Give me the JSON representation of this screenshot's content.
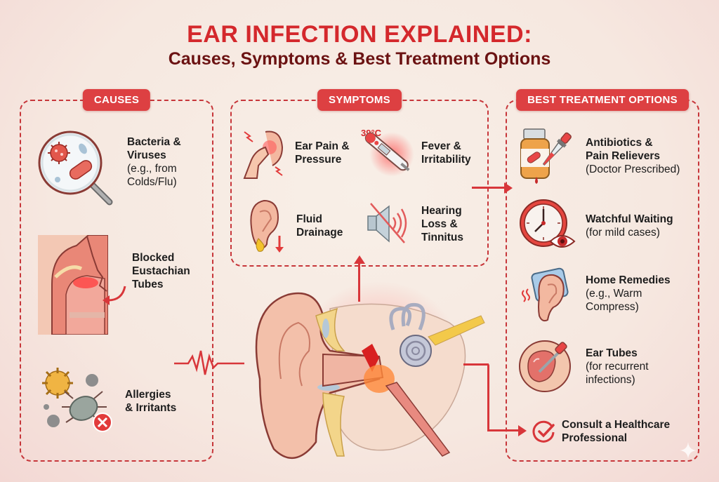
{
  "header": {
    "title": "EAR INFECTION EXPLAINED:",
    "subtitle": "Causes, Symptoms & Best Treatment Options"
  },
  "colors": {
    "accent": "#d4282c",
    "subtitle": "#6b1212",
    "badge_bg": "#dd4042",
    "dashed_border": "#c7363a",
    "background": "#f8efe7"
  },
  "causes": {
    "badge": "CAUSES",
    "items": [
      {
        "icon": "magnifier-bacteria-icon",
        "title": "Bacteria & Viruses",
        "detail_1": "(e.g., from",
        "detail_2": "Colds/Flu)"
      },
      {
        "icon": "nasal-cavity-icon",
        "title_1": "Blocked",
        "title_2": "Eustachian",
        "title_3": "Tubes"
      },
      {
        "icon": "dust-mite-allergen-icon",
        "title_1": "Allergies",
        "title_2": "& Irritants"
      }
    ]
  },
  "symptoms": {
    "badge": "SYMPTOMS",
    "items": [
      {
        "icon": "ear-pain-hand-icon",
        "title_1": "Ear Pain &",
        "title_2": "Pressure"
      },
      {
        "icon": "thermometer-icon",
        "temp_label": "39°C",
        "title_1": "Fever &",
        "title_2": "Irritability"
      },
      {
        "icon": "ear-fluid-drop-icon",
        "title_1": "Fluid",
        "title_2": "Drainage"
      },
      {
        "icon": "muted-speaker-icon",
        "title_1": "Hearing",
        "title_2": "Loss &",
        "title_3": "Tinnitus"
      }
    ]
  },
  "treatment": {
    "badge": "BEST TREATMENT OPTIONS",
    "items": [
      {
        "icon": "medicine-bottle-dropper-icon",
        "title_1": "Antibiotics &",
        "title_2": "Pain Relievers",
        "detail_1": "(Doctor Prescribed)"
      },
      {
        "icon": "clock-eye-icon",
        "title_1": "Watchful Waiting",
        "detail_1": "(for mild cases)"
      },
      {
        "icon": "warm-compress-ear-icon",
        "title_1": "Home Remedies",
        "detail_1": "(e.g., Warm",
        "detail_2": "Compress)"
      },
      {
        "icon": "ear-tube-icon",
        "title_1": "Ear Tubes",
        "detail_1": "(for recurrent",
        "detail_2": "infections)"
      }
    ],
    "consult_1": "Consult a Healthcare",
    "consult_2": "Professional"
  },
  "center": {
    "illustration": "ear-anatomy-cross-section-icon"
  }
}
